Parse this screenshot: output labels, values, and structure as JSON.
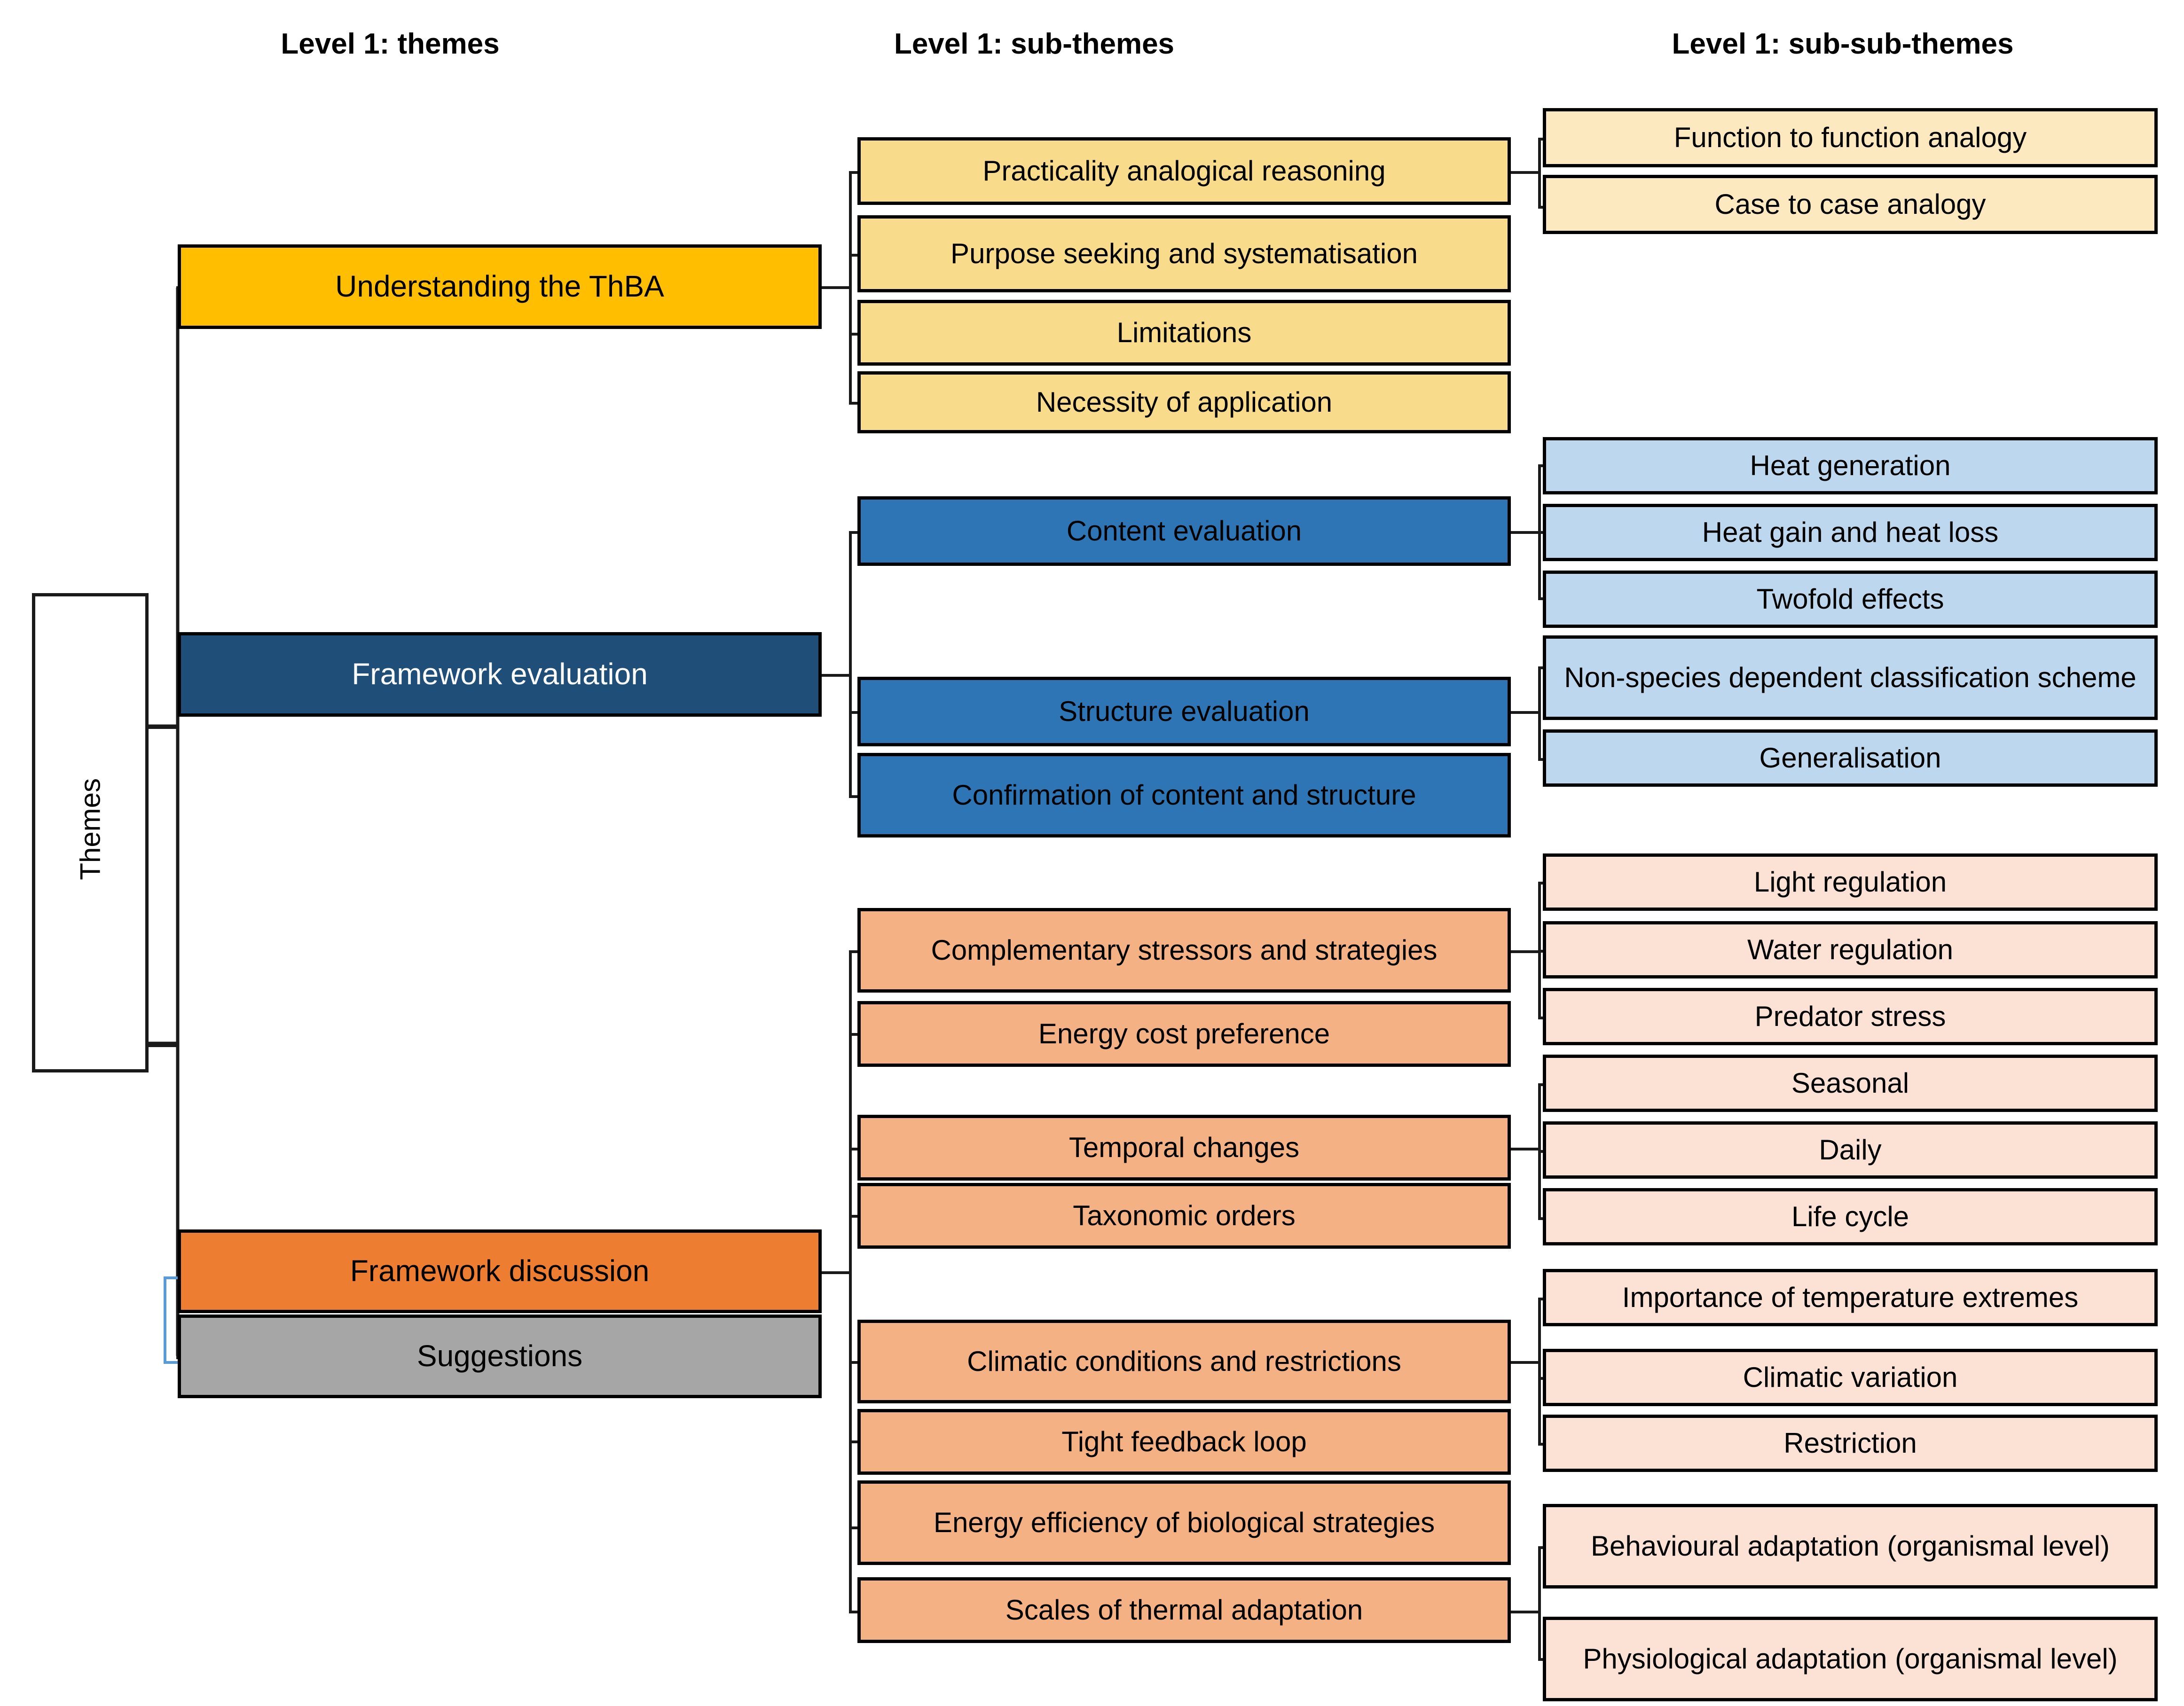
{
  "headers": [
    {
      "label": "Level 1: themes"
    },
    {
      "label": "Level 1: sub-themes"
    },
    {
      "label": "Level 1: sub-sub-themes"
    }
  ],
  "root": {
    "label": "Themes"
  },
  "colors": {
    "theme_understanding": "#FFBF00",
    "theme_framework_evaluation": "#1F4E79",
    "theme_framework_discussion": "#ED7D31",
    "theme_suggestions": "#A6A6A6",
    "sub_amber": "#F8DC8C",
    "sub_blue": "#2E75B6",
    "sub_orange": "#F4B183",
    "subsub_amber": "#FCE9C0",
    "subsub_blue": "#BDD7EE",
    "subsub_orange": "#FBE2D5",
    "connector": "#1A1A1A",
    "connector_blue": "#5B9BD5"
  },
  "themes": [
    {
      "id": "understanding",
      "label": "Understanding the ThBA"
    },
    {
      "id": "framework-evaluation",
      "label": "Framework evaluation"
    },
    {
      "id": "framework-discussion",
      "label": "Framework discussion"
    },
    {
      "id": "suggestions",
      "label": "Suggestions"
    }
  ],
  "subthemes": [
    {
      "id": "practicality-analogical-reasoning",
      "label": "Practicality analogical reasoning"
    },
    {
      "id": "purpose-seeking-and-systematisation",
      "label": "Purpose seeking and systematisation"
    },
    {
      "id": "limitations",
      "label": "Limitations"
    },
    {
      "id": "necessity-of-application",
      "label": "Necessity of application"
    },
    {
      "id": "content-evaluation",
      "label": "Content evaluation"
    },
    {
      "id": "structure-evaluation",
      "label": "Structure evaluation"
    },
    {
      "id": "confirmation-of-content-and-structure",
      "label": "Confirmation of content and structure"
    },
    {
      "id": "complementary-stressors-and-strategies",
      "label": "Complementary stressors and strategies"
    },
    {
      "id": "energy-cost-preference",
      "label": "Energy cost preference"
    },
    {
      "id": "temporal-changes",
      "label": "Temporal changes"
    },
    {
      "id": "taxonomic-orders",
      "label": "Taxonomic orders"
    },
    {
      "id": "climatic-conditions-and-restrictions",
      "label": "Climatic conditions and restrictions"
    },
    {
      "id": "tight-feedback-loop",
      "label": "Tight feedback loop"
    },
    {
      "id": "energy-efficiency-of-biological-strategies",
      "label": "Energy efficiency of biological strategies"
    },
    {
      "id": "scales-of-thermal-adaptation",
      "label": "Scales of thermal adaptation"
    }
  ],
  "subsubthemes": [
    {
      "id": "function-to-function-analogy",
      "label": "Function to function analogy"
    },
    {
      "id": "case-to-case-analogy",
      "label": "Case to case analogy"
    },
    {
      "id": "heat-generation",
      "label": "Heat generation"
    },
    {
      "id": "heat-gain-and-heat-loss",
      "label": "Heat gain and heat loss"
    },
    {
      "id": "twofold-effects",
      "label": "Twofold effects"
    },
    {
      "id": "non-species-dependent-classification-scheme",
      "label": "Non-species dependent classification scheme"
    },
    {
      "id": "generalisation",
      "label": "Generalisation"
    },
    {
      "id": "light-regulation",
      "label": "Light regulation"
    },
    {
      "id": "water-regulation",
      "label": "Water regulation"
    },
    {
      "id": "predator-stress",
      "label": "Predator stress"
    },
    {
      "id": "seasonal",
      "label": "Seasonal"
    },
    {
      "id": "daily",
      "label": "Daily"
    },
    {
      "id": "life-cycle",
      "label": "Life cycle"
    },
    {
      "id": "importance-of-temperature-extremes",
      "label": "Importance of temperature extremes"
    },
    {
      "id": "climatic-variation",
      "label": "Climatic variation"
    },
    {
      "id": "restriction",
      "label": "Restriction"
    },
    {
      "id": "behavioural-adaptation-organismal-level",
      "label": "Behavioural adaptation (organismal level)"
    },
    {
      "id": "physiological-adaptation-organismal-level",
      "label": "Physiological adaptation (organismal level)"
    }
  ]
}
